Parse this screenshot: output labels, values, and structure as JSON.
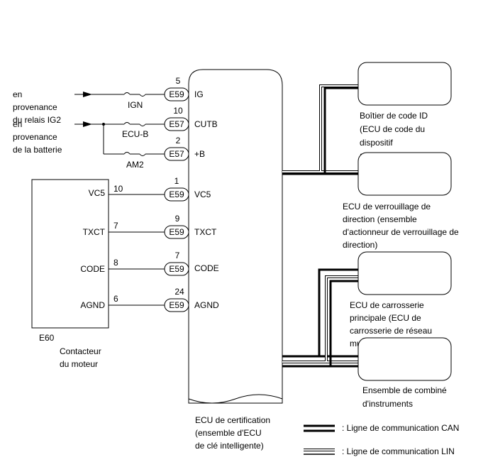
{
  "sources": {
    "ig2": [
      "en",
      "provenance",
      "du relais IG2"
    ],
    "battery": [
      "en",
      "provenance",
      "de la batterie"
    ]
  },
  "fuses": {
    "ign": "IGN",
    "ecu_b": "ECU-B",
    "am2": "AM2"
  },
  "certification_ecu": {
    "label": [
      "ECU de certification",
      "(ensemble d'ECU",
      "de clé intelligente)"
    ],
    "pins": [
      {
        "num": "5",
        "connector": "E59",
        "name": "IG"
      },
      {
        "num": "10",
        "connector": "E57",
        "name": "CUTB"
      },
      {
        "num": "2",
        "connector": "E57",
        "name": "+B"
      },
      {
        "num": "1",
        "connector": "E59",
        "name": "VC5"
      },
      {
        "num": "9",
        "connector": "E59",
        "name": "TXCT"
      },
      {
        "num": "7",
        "connector": "E59",
        "name": "CODE"
      },
      {
        "num": "24",
        "connector": "E59",
        "name": "AGND"
      }
    ]
  },
  "engine_switch": {
    "connector": "E60",
    "label": [
      "Contacteur",
      "du moteur"
    ],
    "pins": [
      {
        "name": "VC5",
        "num": "10"
      },
      {
        "name": "TXCT",
        "num": "7"
      },
      {
        "name": "CODE",
        "num": "8"
      },
      {
        "name": "AGND",
        "num": "6"
      }
    ]
  },
  "ecus": {
    "id_code_box": [
      "Boîtier de code ID",
      "(ECU de code du",
      "dispositif",
      "antidémarrage)"
    ],
    "steering_lock": [
      "ECU de verrouillage de",
      "direction (ensemble",
      "d'actionneur de verrouillage de",
      "direction)"
    ],
    "main_body": [
      "ECU de carrosserie",
      "principale (ECU de",
      "carrosserie de réseau",
      "multiplex)"
    ],
    "combination_meter": [
      "Ensemble de combiné",
      "d'instruments"
    ]
  },
  "legend": {
    "can": ": Ligne de communication CAN",
    "lin": ": Ligne de communication LIN"
  }
}
